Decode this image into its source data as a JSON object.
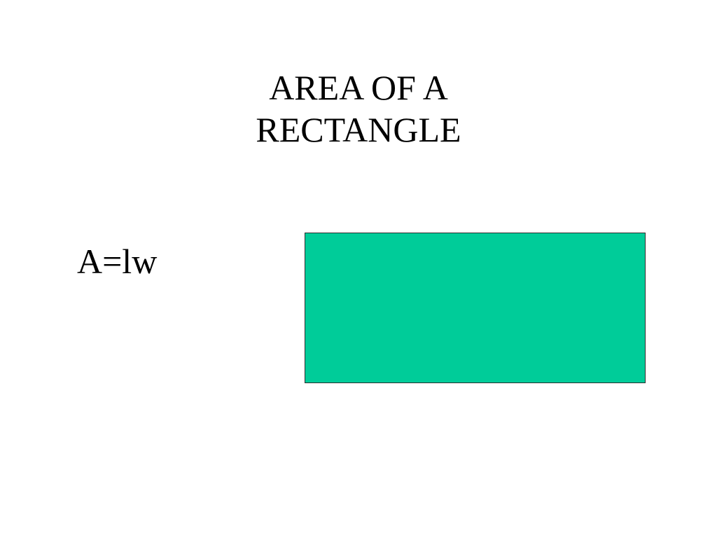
{
  "slide": {
    "title_line1": "AREA OF A",
    "title_line2": "RECTANGLE",
    "formula": "A=lw",
    "shape": {
      "fill_color": "#00cc99",
      "border_color": "#2e2e2e"
    }
  }
}
